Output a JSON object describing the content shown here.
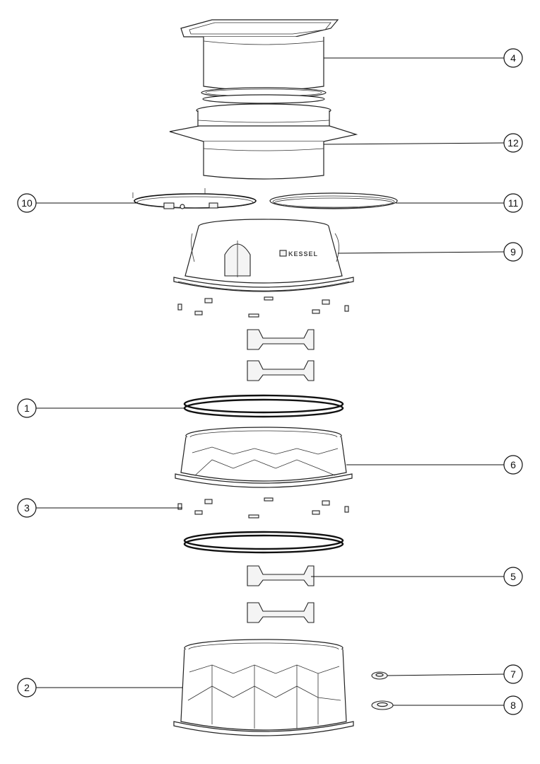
{
  "diagram": {
    "type": "exploded-view parts drawing",
    "logo_text": "KESSEL",
    "callouts": [
      {
        "id": "4",
        "label": "4"
      },
      {
        "id": "12",
        "label": "12"
      },
      {
        "id": "10",
        "label": "10"
      },
      {
        "id": "11",
        "label": "11"
      },
      {
        "id": "9",
        "label": "9"
      },
      {
        "id": "1",
        "label": "1"
      },
      {
        "id": "6",
        "label": "6"
      },
      {
        "id": "3",
        "label": "3"
      },
      {
        "id": "5",
        "label": "5"
      },
      {
        "id": "2",
        "label": "2"
      },
      {
        "id": "7",
        "label": "7"
      },
      {
        "id": "8",
        "label": "8"
      }
    ]
  }
}
